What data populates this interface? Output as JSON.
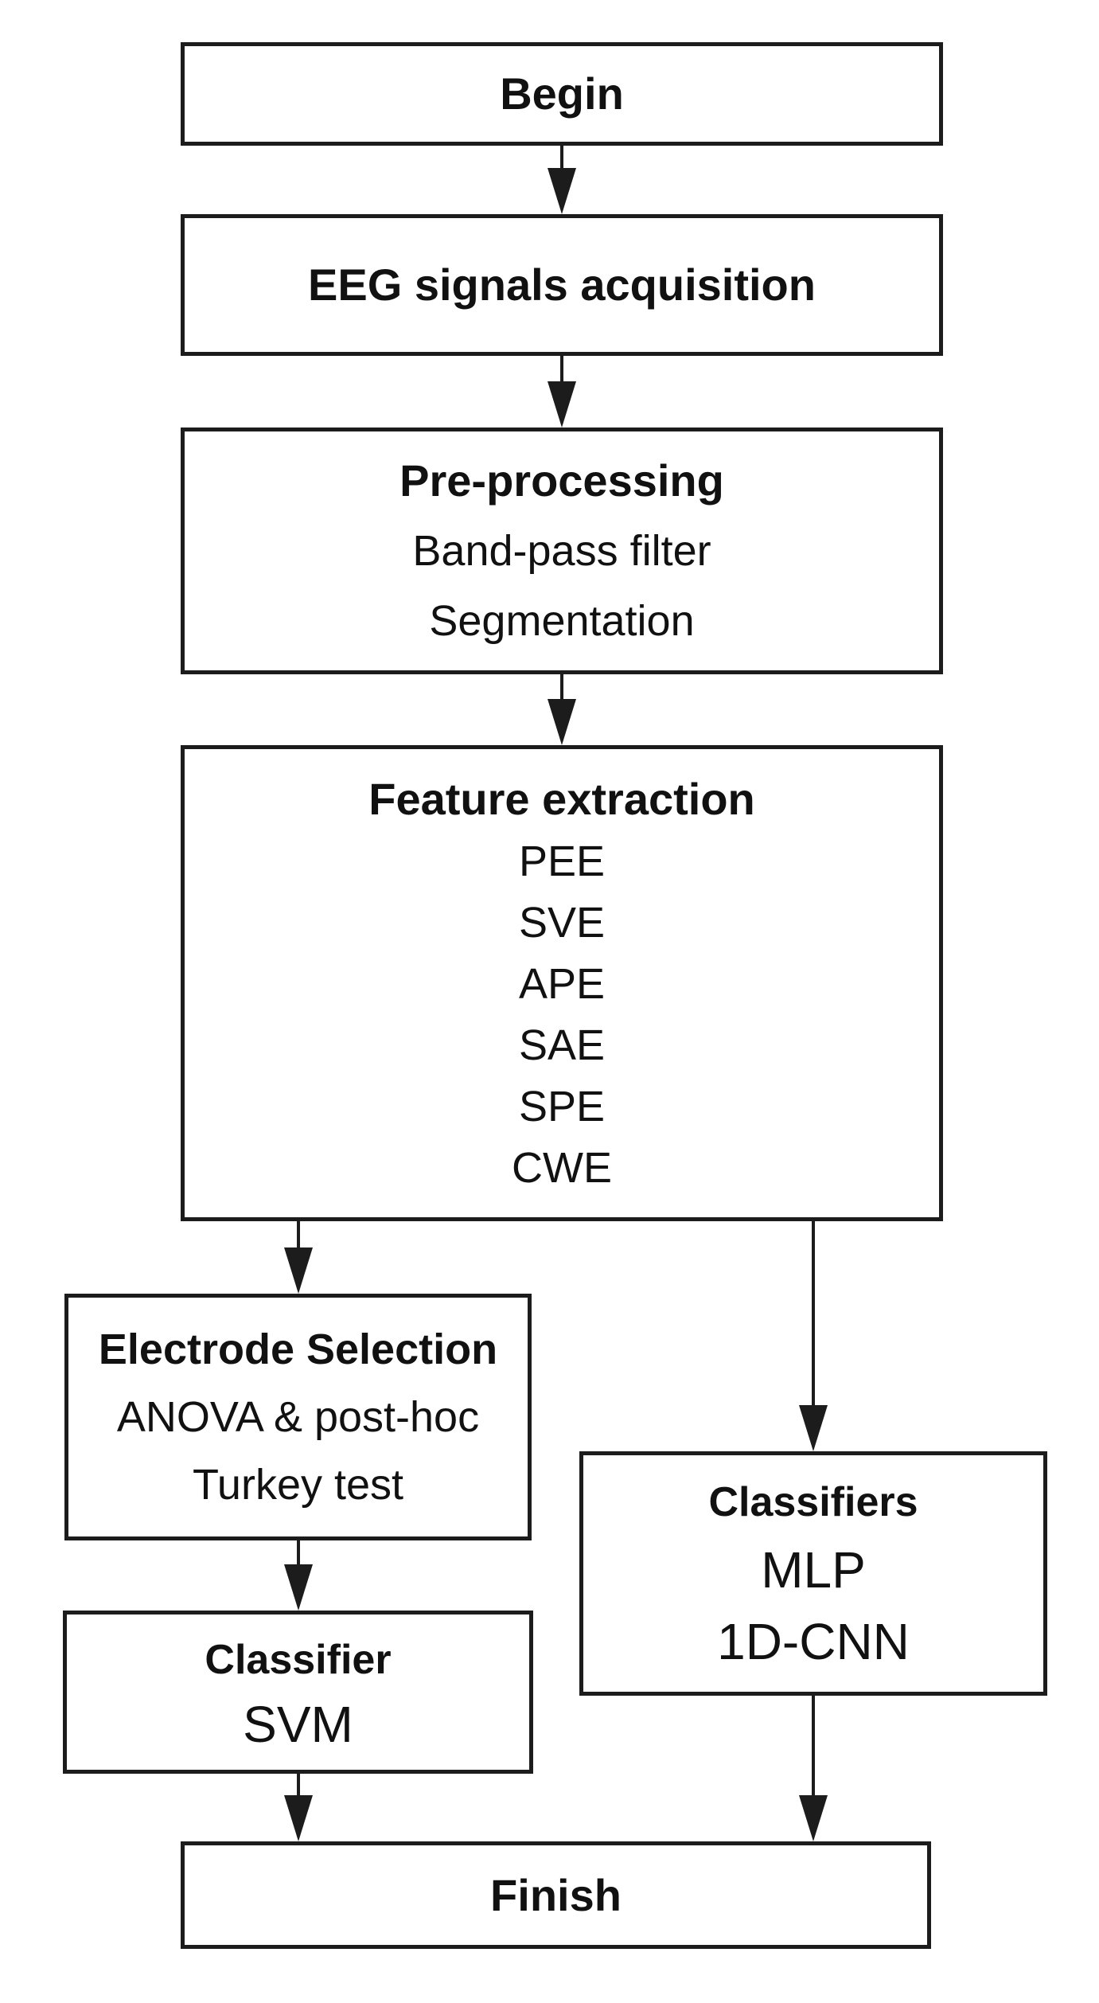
{
  "nodes": [
    {
      "id": "begin",
      "title": "Begin",
      "lines": []
    },
    {
      "id": "eeg-acquisition",
      "title": "EEG signals acquisition",
      "lines": []
    },
    {
      "id": "preprocessing",
      "title": "Pre-processing",
      "lines": [
        "Band-pass filter",
        "Segmentation"
      ]
    },
    {
      "id": "feature-extraction",
      "title": "Feature extraction",
      "lines": [
        "PEE",
        "SVE",
        "APE",
        "SAE",
        "SPE",
        "CWE"
      ]
    },
    {
      "id": "electrode-selection",
      "title": "Electrode Selection",
      "lines": [
        "ANOVA & post-hoc",
        "Turkey test"
      ]
    },
    {
      "id": "classifiers",
      "title": "Classifiers",
      "lines": [
        "MLP",
        "1D-CNN"
      ]
    },
    {
      "id": "classifier",
      "title": "Classifier",
      "lines": [
        "SVM"
      ]
    },
    {
      "id": "finish",
      "title": "Finish",
      "lines": []
    }
  ],
  "connections": [
    {
      "from": "begin",
      "to": "eeg-acquisition"
    },
    {
      "from": "eeg-acquisition",
      "to": "preprocessing"
    },
    {
      "from": "preprocessing",
      "to": "feature-extraction"
    },
    {
      "from": "feature-extraction",
      "to": "electrode-selection"
    },
    {
      "from": "feature-extraction",
      "to": "classifiers"
    },
    {
      "from": "electrode-selection",
      "to": "classifier"
    },
    {
      "from": "classifier",
      "to": "finish"
    },
    {
      "from": "classifiers",
      "to": "finish"
    }
  ],
  "colors": {
    "line": "#1c1c1c",
    "text": "#111111",
    "background": "#ffffff"
  }
}
